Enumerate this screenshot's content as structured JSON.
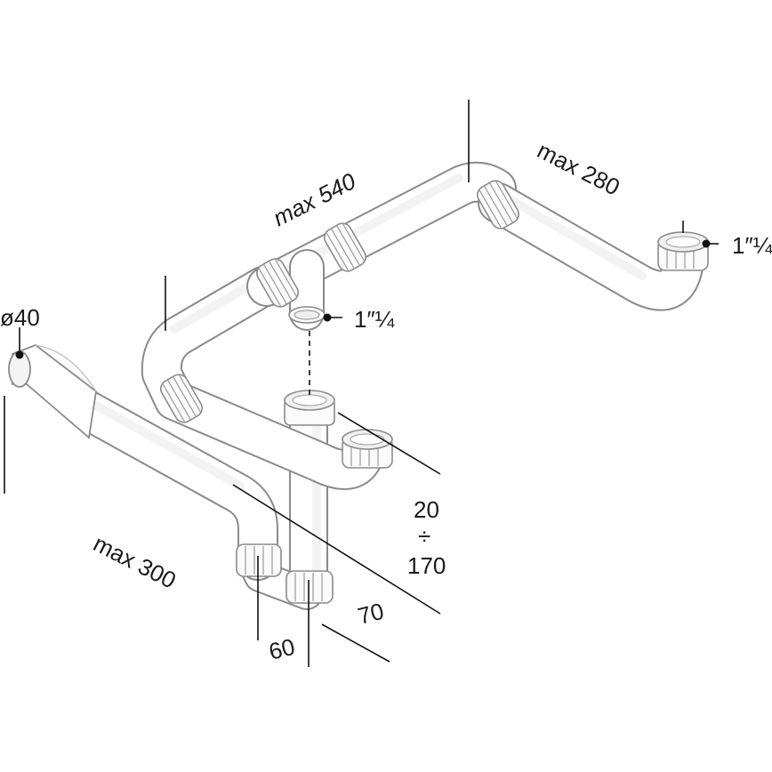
{
  "diagram": {
    "subject": "double sink drain kit",
    "colors": {
      "pipe_outline": "#8a8a8a",
      "pipe_fill": "#ffffff",
      "dimension_lines": "#111111",
      "text": "#1a1a1a"
    },
    "labels": {
      "diameter_outlet": "ø40",
      "length_main": "max 540",
      "length_right_arm": "max 280",
      "length_outlet_arm": "max 300",
      "thread_right": "1″¼",
      "thread_center": "1″¼",
      "height_min": "20",
      "height_sep": "÷",
      "height_max": "170",
      "depth_70": "70",
      "depth_60": "60"
    }
  }
}
